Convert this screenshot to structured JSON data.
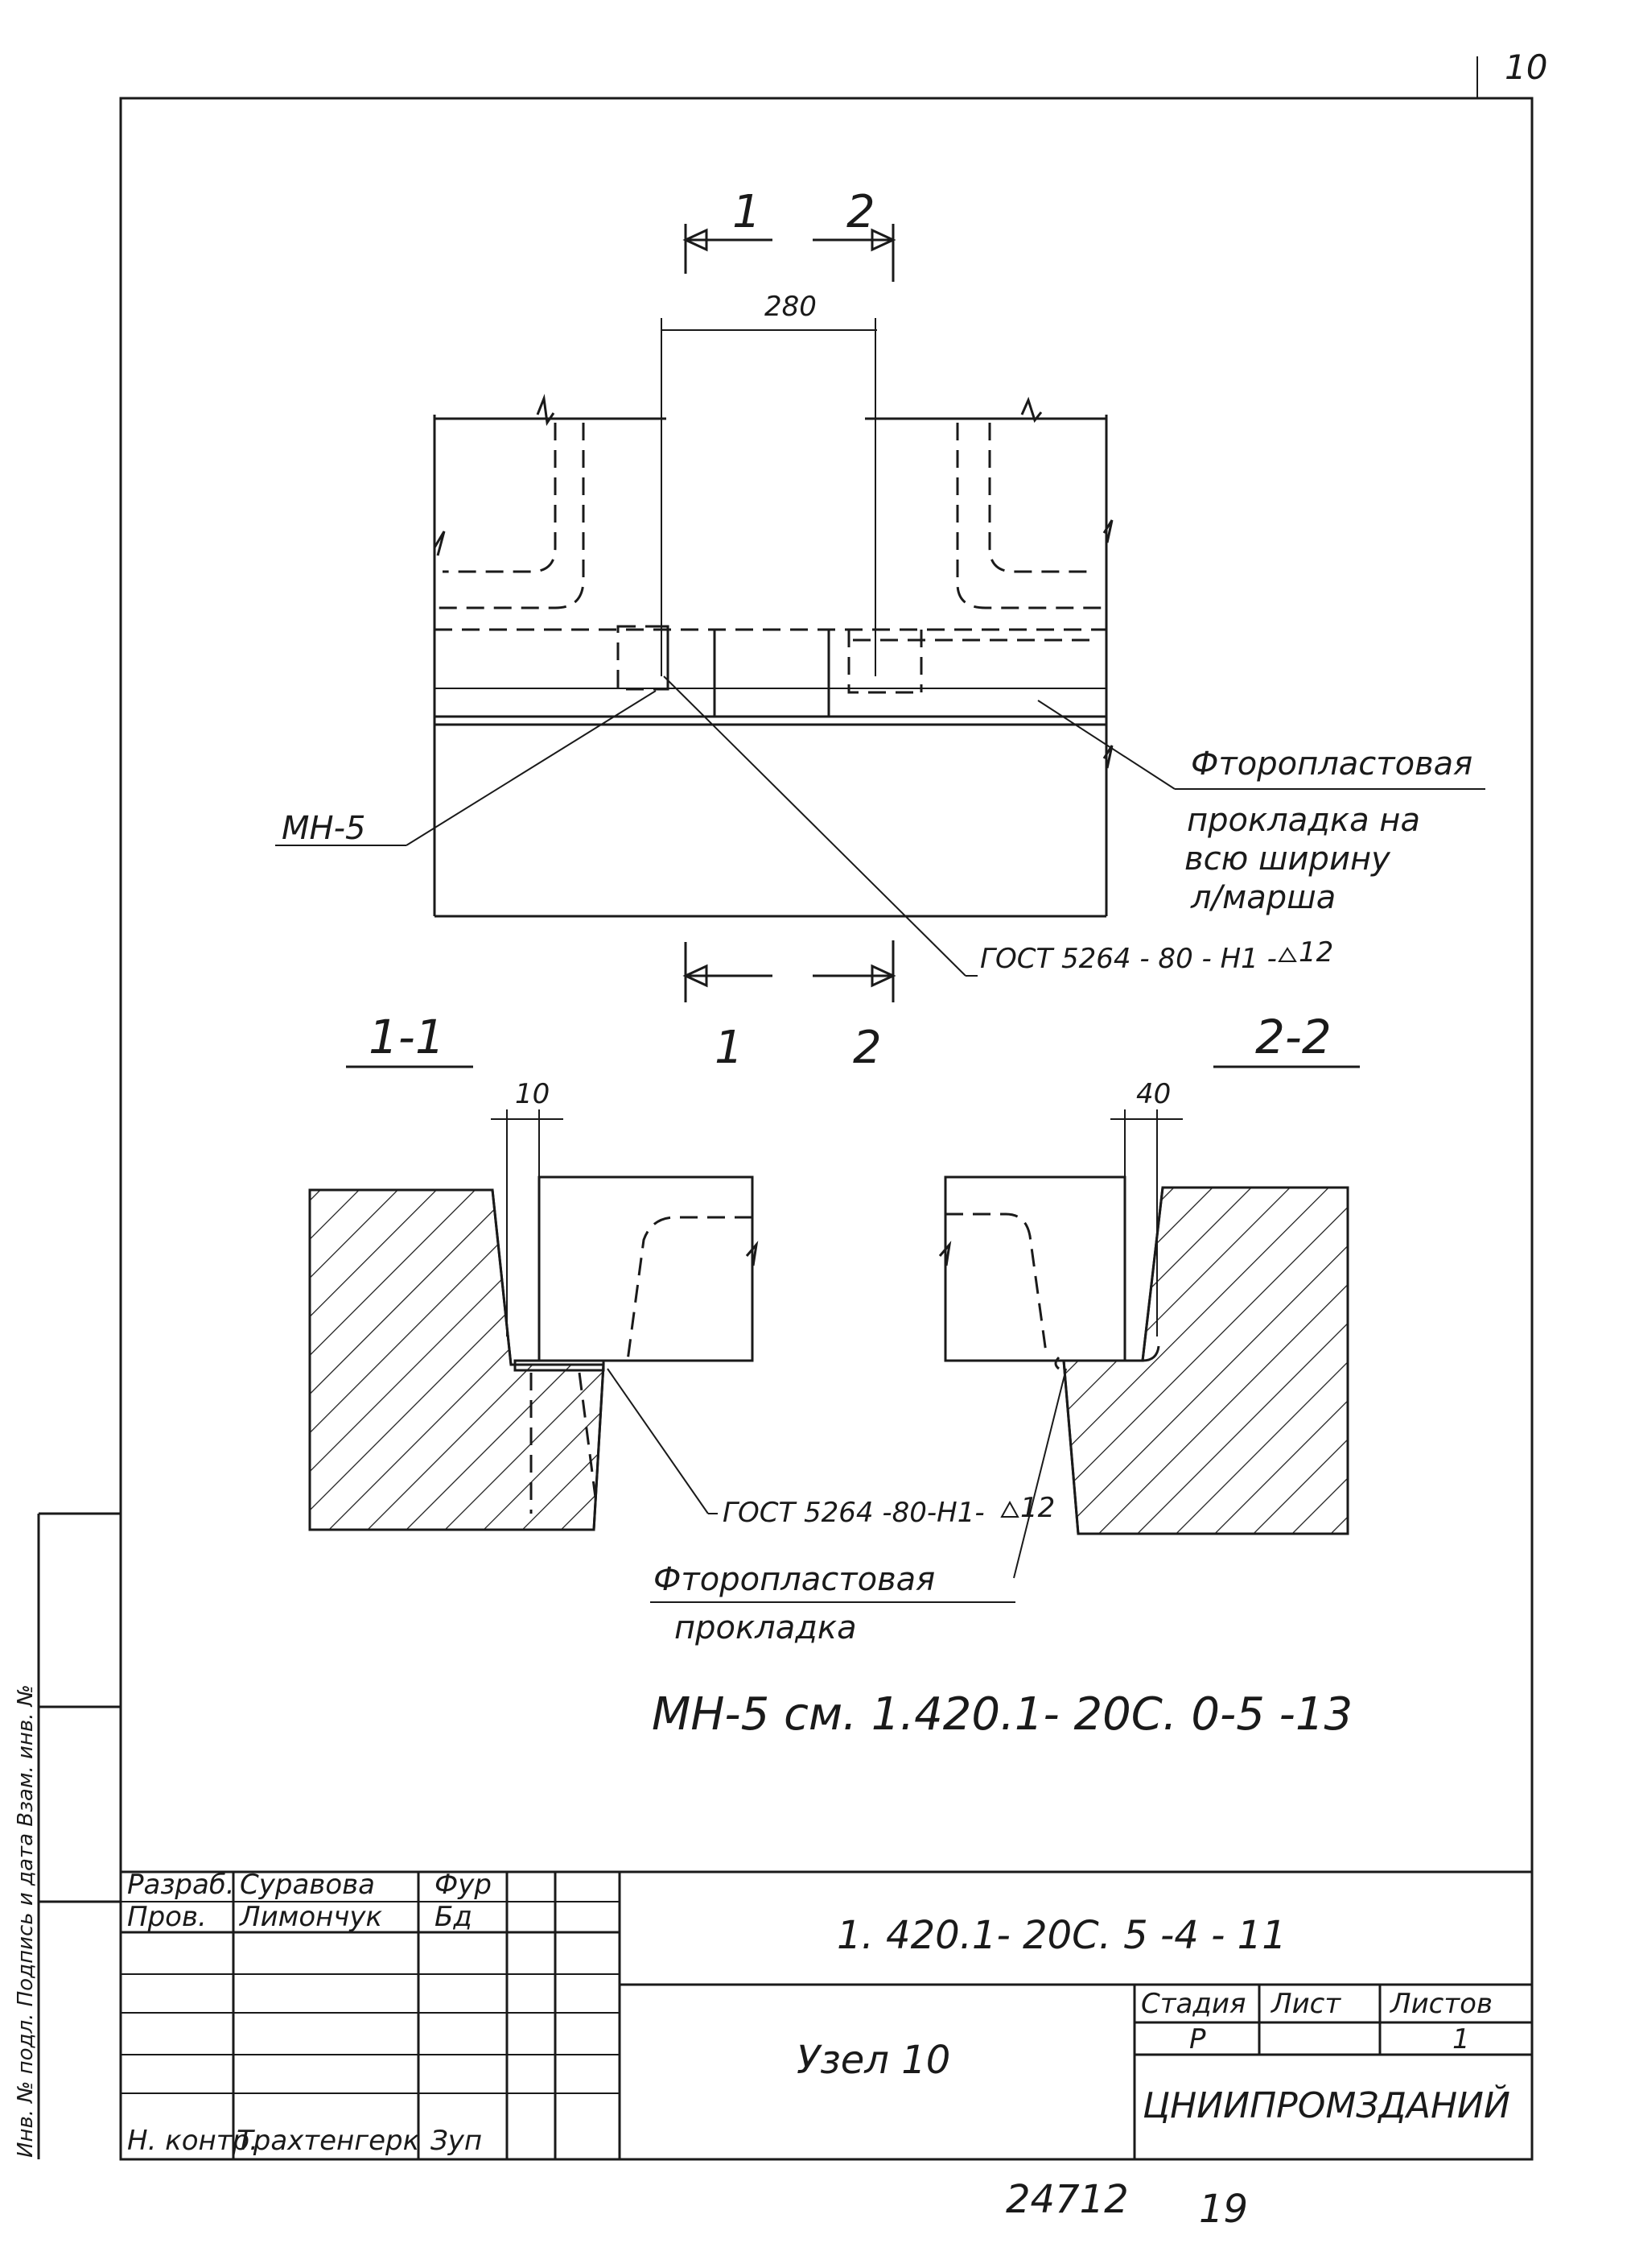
{
  "sheet_number": "10",
  "plan_view": {
    "section_marks": [
      "1",
      "2"
    ],
    "section_marks_bottom": [
      "1",
      "2"
    ],
    "dimension_280": "280",
    "label_mh5": "МН-5",
    "pad_label_lines": [
      "Фторопластовая",
      "прокладка на",
      "всю ширину",
      "л/марша"
    ],
    "weld_label": "ГОСТ 5264 - 80 - Н1 - ",
    "weld_size": "12"
  },
  "section_1_1": {
    "title": "1-1",
    "dimension": "10"
  },
  "section_2_2": {
    "title": "2-2",
    "dimension": "40"
  },
  "section_notes": {
    "weld_label": "ГОСТ 5264 -80-Н1-",
    "weld_size": "12",
    "pad_label_lines": [
      "Фторопластовая",
      "прокладка"
    ]
  },
  "reference_note": "МН-5 см. 1.420.1- 20С. 0-5 -13",
  "title_block": {
    "rows": [
      {
        "role": "Разраб.",
        "name": "Суравова",
        "signature": "Фур"
      },
      {
        "role": "Пров.",
        "name": "Лимончук",
        "signature": "Бд"
      },
      {
        "role": "Н. контр.",
        "name": "Трахтенгерк",
        "signature": "Зуп"
      }
    ],
    "document_code": "1. 420.1- 20С. 5 -4 - 11",
    "sheet_title": "Узел 10",
    "headers": {
      "stage": "Стадия",
      "sheet": "Лист",
      "sheets": "Листов"
    },
    "values": {
      "stage": "Р",
      "sheet": "",
      "sheets": "1"
    },
    "organization": "ЦНИИПРОМЗДАНИЙ"
  },
  "footer": {
    "archive_number": "24712",
    "page": "19"
  },
  "left_margin_text": "Инв. № подл.   Подпись и дата   Взам. инв. №"
}
